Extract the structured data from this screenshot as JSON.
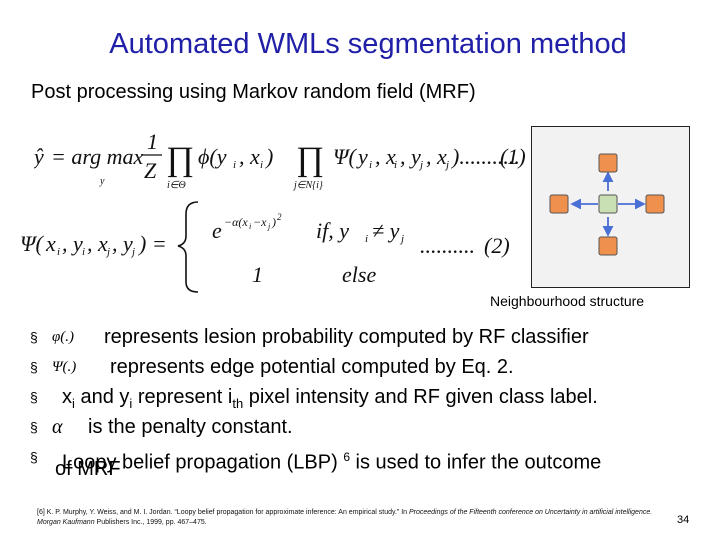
{
  "title": "Automated WMLs segmentation method",
  "subtitle": "Post processing using Markov random field (MRF)",
  "equations": {
    "eq1_label": "(1)",
    "eq2_label": "(2)",
    "case1_cond": "if, y",
    "case2_value": "1",
    "case2_cond": "else"
  },
  "neighbourhood": {
    "caption": "Neighbourhood structure",
    "center_color": "#c9dfb4",
    "neighbor_color": "#f0904d",
    "edge_color": "#4a6fd6"
  },
  "bullets": {
    "b1_sym": "φ(.)",
    "b1_text": "represents lesion probability computed by RF classifier",
    "b2_sym": "Ψ(.)",
    "b2_text": "represents edge potential computed by Eq. 2.",
    "b3_x": "x",
    "b3_i1": "i",
    "b3_and": " and y",
    "b3_i2": "i",
    "b3_mid": " represent i",
    "b3_th": "th",
    "b3_end": " pixel intensity and RF given class label.",
    "b4_sym": "α",
    "b4_text": "is the penalty constant.",
    "b5_text": "Loopy belief propagation (LBP) ",
    "b5_sup": "6",
    "b5_end": " is used to infer the outcome",
    "b5_cont": "of MRF"
  },
  "footnote": {
    "ref": "[6] K. P. Murphy, Y. Weiss, and M. I. Jordan. “Loopy belief propagation for approximate inference: An empirical study.” In ",
    "venue": "Proceedings of the Fifteenth conference on Uncertainty in artificial intelligence. Morgan Kaufmann",
    "rest": " Publishers Inc., 1999, pp. 467–475."
  },
  "page_number": "34"
}
